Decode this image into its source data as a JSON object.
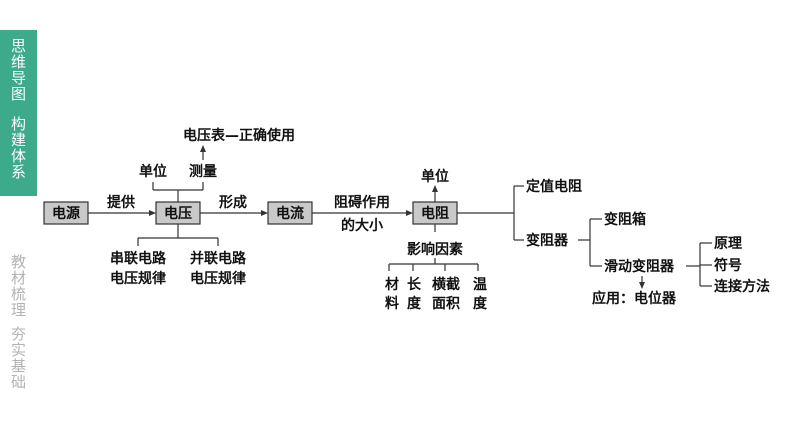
{
  "sidebar": {
    "active": {
      "col1": "思维导图",
      "col2": "构建体系"
    },
    "inactive": {
      "col1": "教材梳理",
      "col2": "夯实基础"
    }
  },
  "nodes": {
    "source": "电源",
    "voltage": "电压",
    "current": "电流",
    "resistance": "电阻"
  },
  "labels": {
    "provides": "提供",
    "forms": "形成",
    "obstruct_line1": "阻碍作用",
    "obstruct_line2": "的大小",
    "voltage_unit": "单位",
    "voltage_measure": "测量",
    "voltmeter": "电压表—正确使用",
    "series_line1": "串联电路",
    "series_line2": "电压规律",
    "parallel_line1": "并联电路",
    "parallel_line2": "电压规律",
    "resistance_unit": "单位",
    "factors": "影响因素",
    "factor_items": [
      [
        "材",
        "料"
      ],
      [
        "长",
        "度"
      ],
      [
        "横截",
        "面积"
      ],
      [
        "温",
        "度"
      ]
    ],
    "fixed_resistor": "定值电阻",
    "rheostat": "变阻器",
    "resistance_box": "变阻箱",
    "slide_rheostat": "滑动变阻器",
    "principle": "原理",
    "symbol": "符号",
    "connection": "连接方法",
    "application": "应用：电位器"
  }
}
